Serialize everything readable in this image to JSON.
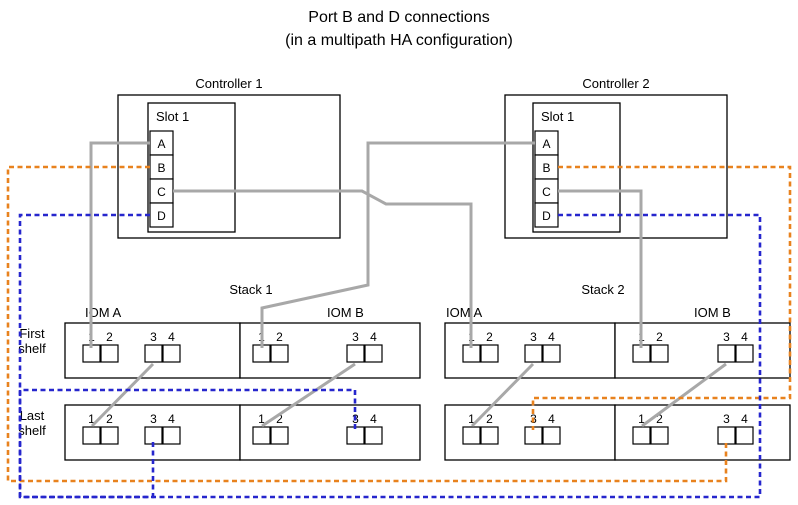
{
  "title": {
    "line1": "Port B and D connections",
    "line2": "(in a multipath HA configuration)"
  },
  "controllers": [
    {
      "name": "Controller 1",
      "slot": "Slot 1",
      "ports": [
        "A",
        "B",
        "C",
        "D"
      ]
    },
    {
      "name": "Controller 2",
      "slot": "Slot 1",
      "ports": [
        "A",
        "B",
        "C",
        "D"
      ]
    }
  ],
  "stacks": [
    {
      "name": "Stack 1"
    },
    {
      "name": "Stack 2"
    }
  ],
  "shelf_rows": [
    {
      "line1": "First",
      "line2": "shelf"
    },
    {
      "line1": "Last",
      "line2": "shelf"
    }
  ],
  "iom": {
    "a": "IOM A",
    "b": "IOM B"
  },
  "port_numbers": [
    "1",
    "2",
    "3",
    "4"
  ],
  "colors": {
    "cable_gray": "#a8a8a8",
    "cable_orange": "#e8821e",
    "cable_blue": "#2626cd",
    "box_stroke": "#000000",
    "text": "#000000",
    "background": "#ffffff"
  },
  "connections": [
    {
      "cable": "Controller 1 port A",
      "to": "Stack 1, first shelf, IOM A, port 1",
      "style": "solid",
      "color": "gray"
    },
    {
      "cable": "Controller 1 port B",
      "to": "Stack 2, last shelf, IOM B, port 3",
      "style": "dashed",
      "color": "orange"
    },
    {
      "cable": "Controller 1 port C",
      "to": "Stack 2, first shelf, IOM A, port 1",
      "style": "solid",
      "color": "gray"
    },
    {
      "cable": "Controller 1 port D",
      "to": "Stack 1, last shelf, IOM A, port 3",
      "style": "dashed",
      "color": "blue"
    },
    {
      "cable": "Controller 2 port A",
      "to": "Stack 1, first shelf, IOM B, port 1",
      "style": "solid",
      "color": "gray"
    },
    {
      "cable": "Controller 2 port B",
      "to": "Stack 2, last shelf, IOM A, port 3",
      "style": "dashed",
      "color": "orange"
    },
    {
      "cable": "Controller 2 port C",
      "to": "Stack 2, first shelf, IOM B, port 1",
      "style": "solid",
      "color": "gray"
    },
    {
      "cable": "Controller 2 port D",
      "to": "Stack 1, last shelf, IOM B, port 3",
      "style": "dashed",
      "color": "blue"
    },
    {
      "cable": "Stack 1 IOM A daisy chain",
      "to": "first shelf port 3 to last shelf port 1",
      "style": "solid",
      "color": "gray"
    },
    {
      "cable": "Stack 1 IOM B daisy chain",
      "to": "first shelf port 3 to last shelf port 1",
      "style": "solid",
      "color": "gray"
    },
    {
      "cable": "Stack 2 IOM A daisy chain",
      "to": "first shelf port 3 to last shelf port 1",
      "style": "solid",
      "color": "gray"
    },
    {
      "cable": "Stack 2 IOM B daisy chain",
      "to": "first shelf port 3 to last shelf port 1",
      "style": "solid",
      "color": "gray"
    }
  ]
}
